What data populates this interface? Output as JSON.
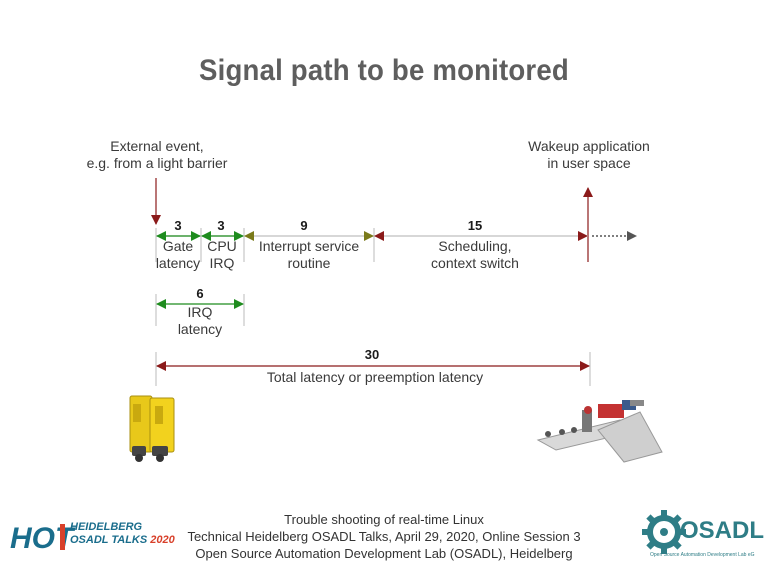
{
  "slide": {
    "title": "Signal path to be monitored",
    "external_event": [
      "External event,",
      "e.g. from a light barrier"
    ],
    "wakeup": [
      "Wakeup application",
      "in user space"
    ],
    "segments": [
      {
        "value": "3",
        "label": [
          "Gate",
          "latency"
        ]
      },
      {
        "value": "3",
        "label": [
          "CPU",
          "IRQ"
        ]
      },
      {
        "value": "9",
        "label": [
          "Interrupt service",
          "routine"
        ]
      },
      {
        "value": "15",
        "label": [
          "Scheduling,",
          "context switch"
        ]
      }
    ],
    "irq_latency": {
      "value": "6",
      "label": [
        "IRQ",
        "latency"
      ]
    },
    "total": {
      "value": "30",
      "label": "Total latency or preemption latency"
    },
    "footer": [
      "Trouble shooting of real-time Linux",
      "Technical Heidelberg OSADL Talks, April 29, 2020, Online Session 3",
      "Open Source Automation Development Lab (OSADL), Heidelberg"
    ],
    "logo_hot": {
      "big": "HOT",
      "line1": "HEIDELBERG",
      "line2": "OSADL TALKS",
      "year": "2020"
    },
    "logo_osadl": {
      "name": "OSADL",
      "tagline": "Open Source Automation Development Lab eG"
    }
  },
  "colors": {
    "green": "#1e8c1e",
    "olive": "#7a7a1a",
    "darkred": "#8b1a1a",
    "gray_arrow": "#555555",
    "hot_blue": "#1a6d8c",
    "hot_red": "#d8402a",
    "osadl_teal": "#2e7d86"
  }
}
